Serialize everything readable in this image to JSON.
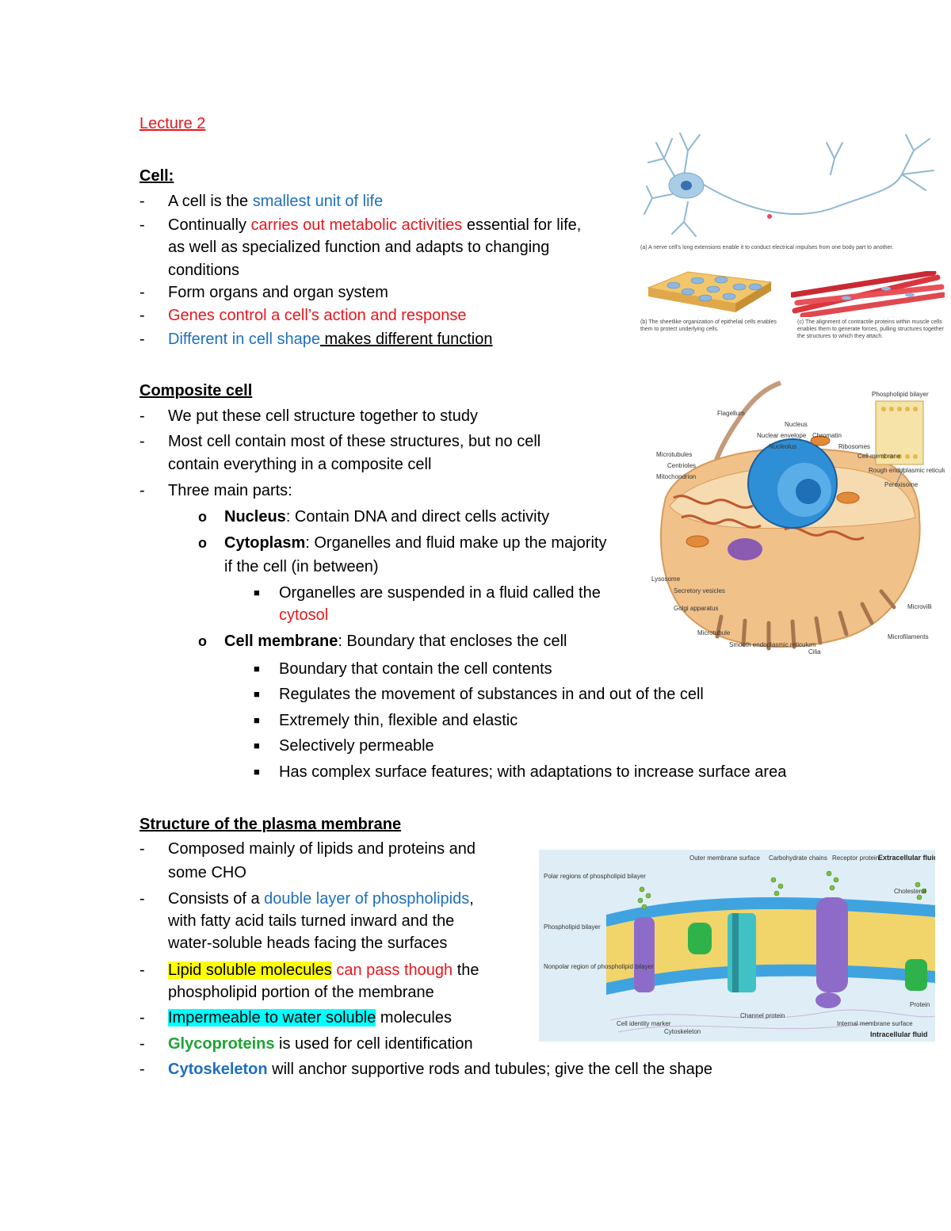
{
  "lecture_title": "Lecture 2",
  "cell_section": {
    "heading": "Cell:",
    "b1_a": "A cell is the ",
    "b1_b": "smallest unit of life",
    "b2_a": "Continually ",
    "b2_b": "carries out metabolic activities",
    "b2_c": " essential for life,",
    "b2_line2": "as well as specialized function and adapts to changing",
    "b2_line3": "conditions",
    "b3": "Form organs and organ system",
    "b4": "Genes control a cell’s action and response",
    "b5_a": "Different in cell shape",
    "b5_b": " makes different function"
  },
  "composite_section": {
    "heading": "Composite cell",
    "b1": "We put these cell structure together to study",
    "b2_line1": "Most cell contain most of these structures, but no cell",
    "b2_line2": "contain everything in a composite cell",
    "b3": "Three main parts:",
    "nucleus_term": "Nucleus",
    "nucleus_text": ": Contain DNA and direct cells activity",
    "cytoplasm_term": "Cytoplasm",
    "cytoplasm_text": ": Organelles and fluid make up the majority",
    "cytoplasm_line2": "if the cell (in between)",
    "organelles_line1": "Organelles are suspended in a fluid called the",
    "organelles_line2": "cytosol",
    "membrane_term": "Cell membrane",
    "membrane_text": ": Boundary that encloses the cell",
    "membrane_points": [
      "Boundary that contain the cell contents",
      "Regulates the movement of substances in and out of the cell",
      "Extremely thin, flexible and elastic",
      "Selectively permeable",
      "Has complex surface features; with adaptations to increase surface area"
    ]
  },
  "plasma_section": {
    "heading": "Structure of the plasma membrane",
    "b1_line1": "Composed mainly of lipids and proteins and",
    "b1_line2": "some CHO",
    "b2_a": "Consists of a ",
    "b2_b": "double layer of phospholipids",
    "b2_c": ",",
    "b2_line2": "with fatty acid tails turned inward and the",
    "b2_line3": "water-soluble heads facing the surfaces",
    "b3_a": "Lipid soluble molecules",
    "b3_b": "can pass though",
    "b3_c": " the",
    "b3_line2": "phospholipid portion of the membrane",
    "b4_a": "Impermeable to water soluble",
    "b4_b": " molecules",
    "b5_a": "Glycoproteins",
    "b5_b": " is used for cell identification",
    "b6_a": "Cytoskeleton",
    "b6_b": " will anchor supportive rods and tubules; give the cell the shape"
  },
  "figure_cell_shapes": {
    "caption_a": "(a) A nerve cell's long extensions enable it to conduct electrical impulses from one body part to another.",
    "caption_b": "(b) The sheetlike organization of epithelial cells enables them to protect underlying cells.",
    "caption_c": "(c) The alignment of contractile proteins within muscle cells enables them to generate forces, pulling structures together the structures to which they attach."
  },
  "figure_composite_cell": {
    "labels": {
      "flagellum": "Flagellum",
      "nucleus": "Nucleus",
      "nuclear_envelope": "Nuclear envelope",
      "nucleolus": "Nucleolus",
      "chromatin": "Chromatin",
      "ribosomes": "Ribosomes",
      "cell_membrane": "Cell membrane",
      "microtubules": "Microtubules",
      "centrioles": "Centrioles",
      "mitochondrion": "Mitochondrion",
      "rough_er": "Rough endoplasmic reticulum",
      "phospholipid_bilayer": "Phospholipid bilayer",
      "peroxisome": "Peroxisome",
      "lysosome": "Lysosome",
      "secretory_vesicles": "Secretory vesicles",
      "golgi": "Golgi apparatus",
      "microvilli": "Microvilli",
      "smooth_er": "Smooth endoplasmic reticulum",
      "cilia": "Cilia",
      "microtubule": "Microtubule",
      "microfilaments": "Microfilaments"
    }
  },
  "figure_membrane": {
    "labels": {
      "extracellular": "Extracellular fluid",
      "intracellular": "Intracellular fluid",
      "outer_surface": "Outer membrane surface",
      "carbohydrate_chains": "Carbohydrate chains",
      "receptor_protein": "Receptor protein",
      "polar_regions": "Polar regions of phospholipid bilayer",
      "phospholipid_bilayer": "Phospholipid bilayer",
      "nonpolar_region": "Nonpolar region of phospholipid bilayer",
      "cholesterol": "Cholesterol",
      "protein": "Protein",
      "channel_protein": "Channel protein",
      "cell_identity_marker": "Cell identity marker",
      "cytoskeleton": "Cytoskeleton",
      "internal_surface": "Internal membrane surface"
    }
  },
  "colors": {
    "red": "#e8171e",
    "blue": "#1f6fbf",
    "green": "#1fa336",
    "highlight_yellow": "#ffff00",
    "highlight_cyan": "#00ffff"
  }
}
